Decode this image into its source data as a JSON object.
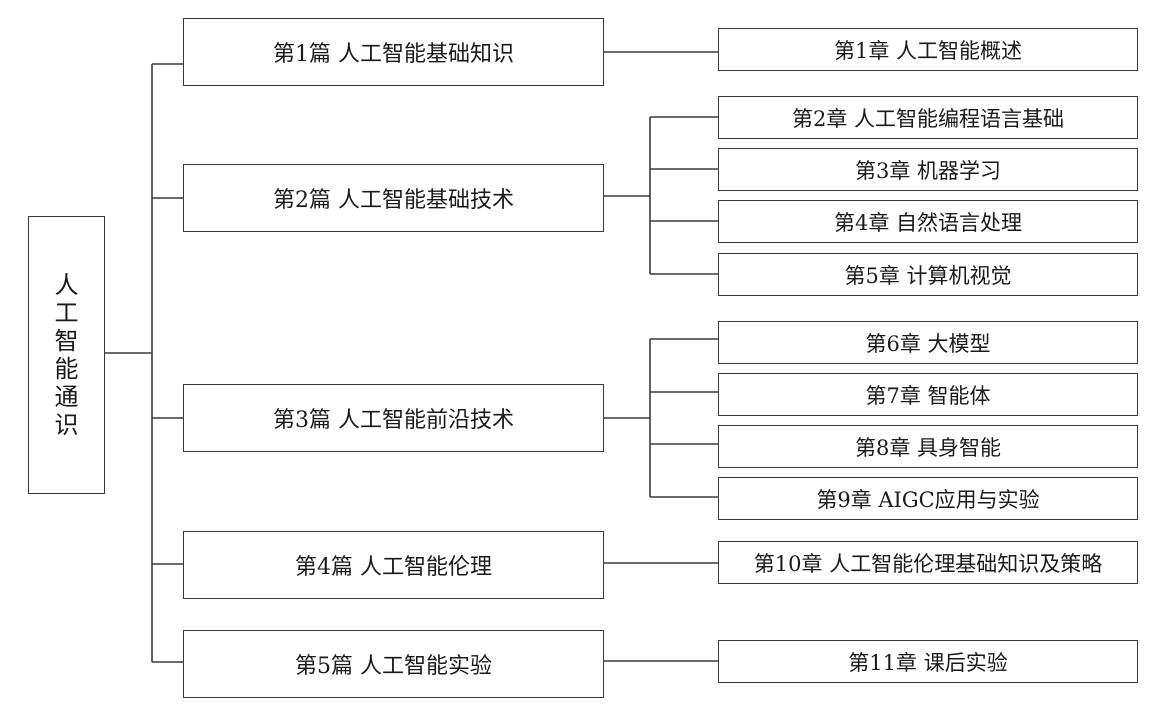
{
  "root": {
    "chars": [
      "人",
      "工",
      "智",
      "能",
      "通",
      "识"
    ]
  },
  "parts": [
    {
      "label": "第1篇  人工智能基础知识",
      "chapters": [
        "第1章  人工智能概述"
      ]
    },
    {
      "label": "第2篇  人工智能基础技术",
      "chapters": [
        "第2章  人工智能编程语言基础",
        "第3章  机器学习",
        "第4章  自然语言处理",
        "第5章  计算机视觉"
      ]
    },
    {
      "label": "第3篇  人工智能前沿技术",
      "chapters": [
        "第6章  大模型",
        "第7章  智能体",
        "第8章  具身智能",
        "第9章  AIGC应用与实验"
      ]
    },
    {
      "label": "第4篇  人工智能伦理",
      "chapters": [
        "第10章  人工智能伦理基础知识及策略"
      ]
    },
    {
      "label": "第5篇  人工智能实验",
      "chapters": [
        "第11章  课后实验"
      ]
    }
  ]
}
